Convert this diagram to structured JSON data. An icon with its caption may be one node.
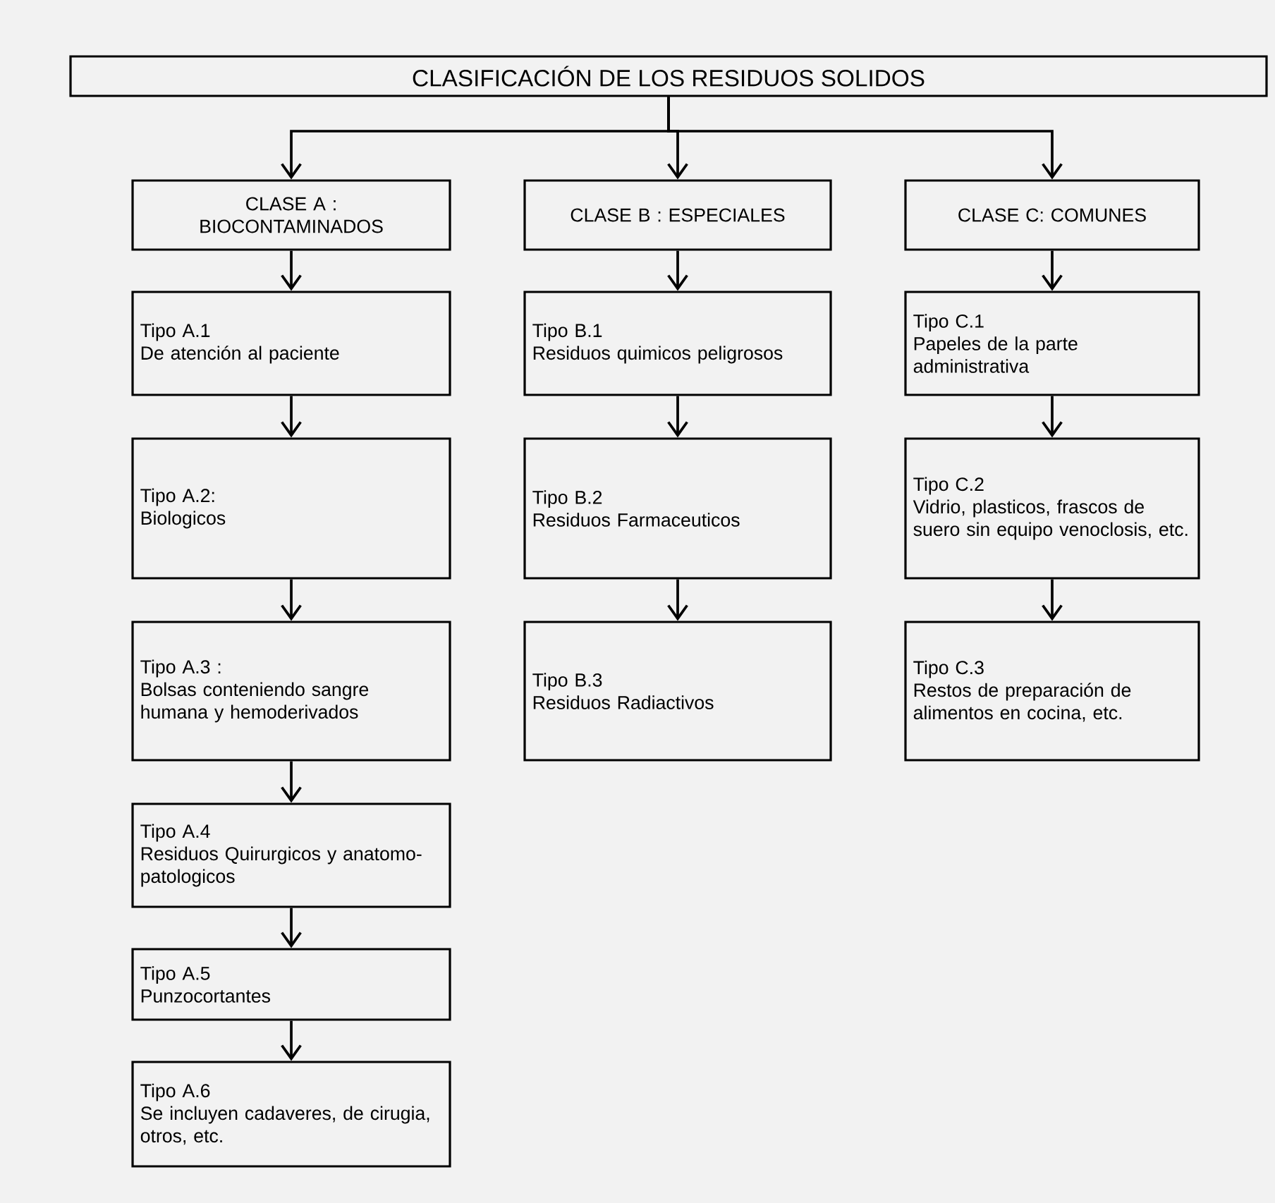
{
  "diagram": {
    "nodes": [
      {
        "text": [
          "CLASIFICACIÓN DE LOS RESIDUOS SOLIDOS"
        ]
      },
      {
        "text": [
          "CLASE A : BIOCONTAMINADOS"
        ]
      },
      {
        "text": [
          "CLASE B : ESPECIALES"
        ]
      },
      {
        "text": [
          "CLASE C: COMUNES"
        ]
      },
      {
        "text": [
          "Tipo A.1",
          "De atención al paciente"
        ]
      },
      {
        "text": [
          "Tipo A.2:",
          "Biologicos"
        ]
      },
      {
        "text": [
          "Tipo A.3 :",
          "Bolsas conteniendo sangre humana y hemoderivados"
        ]
      },
      {
        "text": [
          "Tipo A.4",
          "Residuos Quirurgicos y anatomo-patologicos"
        ]
      },
      {
        "text": [
          "Tipo A.5",
          "Punzocortantes"
        ]
      },
      {
        "text": [
          "Tipo A.6",
          "Se incluyen cadaveres, de cirugia, otros, etc."
        ]
      },
      {
        "text": [
          "Tipo B.1",
          "Residuos quimicos peligrosos"
        ]
      },
      {
        "text": [
          "Tipo B.2",
          "Residuos Farmaceuticos"
        ]
      },
      {
        "text": [
          "Tipo B.3",
          "Residuos Radiactivos"
        ]
      },
      {
        "text": [
          "Tipo C.1",
          "Papeles de la parte administrativa"
        ]
      },
      {
        "text": [
          "Tipo C.2",
          "Vidrio, plasticos, frascos de suero sin equipo venoclosis, etc."
        ]
      },
      {
        "text": [
          "Tipo C.3",
          "Restos de preparación de alimentos en cocina, etc."
        ]
      }
    ],
    "edges": [
      {
        "from": 0,
        "to": 1,
        "arrow": "to"
      },
      {
        "from": 0,
        "to": 2,
        "arrow": "to"
      },
      {
        "from": 0,
        "to": 3,
        "arrow": "to"
      },
      {
        "from": 1,
        "to": 4,
        "arrow": "to"
      },
      {
        "from": 4,
        "to": 5,
        "arrow": "to"
      },
      {
        "from": 5,
        "to": 6,
        "arrow": "to"
      },
      {
        "from": 6,
        "to": 7,
        "arrow": "to"
      },
      {
        "from": 7,
        "to": 8,
        "arrow": "to"
      },
      {
        "from": 8,
        "to": 9,
        "arrow": "to"
      },
      {
        "from": 2,
        "to": 10,
        "arrow": "to"
      },
      {
        "from": 10,
        "to": 11,
        "arrow": "to"
      },
      {
        "from": 11,
        "to": 12,
        "arrow": "to"
      },
      {
        "from": 3,
        "to": 13,
        "arrow": "to"
      },
      {
        "from": 13,
        "to": 14,
        "arrow": "to"
      },
      {
        "from": 14,
        "to": 15,
        "arrow": "to"
      }
    ]
  }
}
